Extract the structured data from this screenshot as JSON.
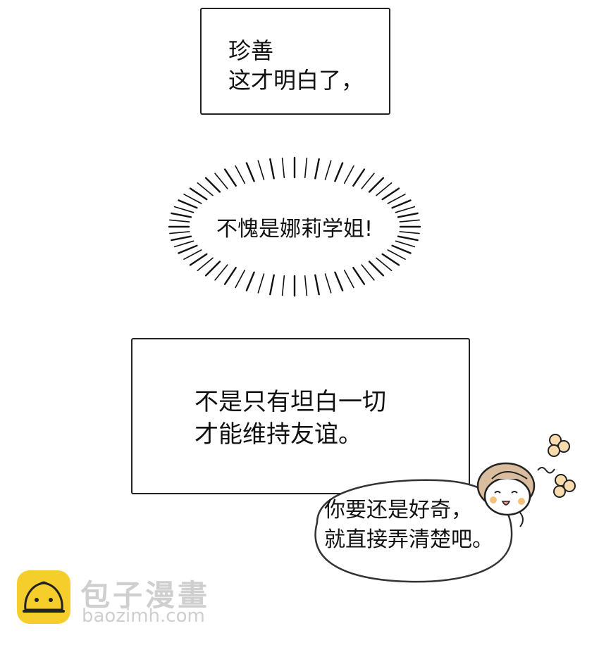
{
  "panels": {
    "narration_top": {
      "lines": [
        "珍善",
        "这才明白了，"
      ]
    },
    "burst_bubble": {
      "text": "不愧是娜莉学姐!"
    },
    "narration_middle": {
      "lines": [
        "不是只有坦白一切",
        "才能维持友谊。"
      ]
    },
    "speech_bubble": {
      "lines": [
        "你要还是好奇，",
        "就直接弄清楚吧。"
      ]
    }
  },
  "character": {
    "description": "chibi girl with light brown wavy hair, smiling with closed eyes",
    "hair_color": "#d9bd9e",
    "flower_color": "#f8dcae"
  },
  "watermark": {
    "name_cn": "包子漫畫",
    "site": "baozimh.com",
    "logo_color": "#f6ce2c"
  }
}
